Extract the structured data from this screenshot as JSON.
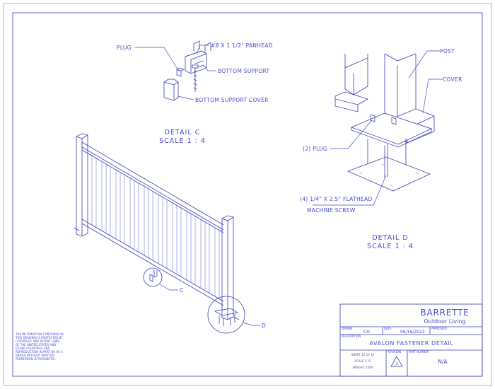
{
  "detail_c": {
    "title": "DETAIL C",
    "scale": "SCALE 1 : 4",
    "callouts": {
      "plug": "PLUG",
      "panhead": "#8 X 1 1/2\" PANHEAD",
      "bottom_support": "BOTTOM SUPPORT",
      "bottom_support_cover": "BOTTOM SUPPORT COVER"
    }
  },
  "detail_d": {
    "title": "DETAIL D",
    "scale": "SCALE 1 : 4",
    "callouts": {
      "post": "POST",
      "cover": "COVER",
      "plug": "(2) PLUG",
      "screw_line1": "(4) 1/4\" X 2.5\" FLATHEAD",
      "screw_line2": "MACHINE SCREW"
    }
  },
  "markers": {
    "c": "C",
    "d": "D"
  },
  "disclaimer": [
    "THE INFORMATION CONTAINED IN",
    "THIS DRAWING IS PROTECTED BY",
    "COPYRIGHT AND PATENT LAWS",
    "OF THE UNITED STATES AND",
    "OTHER COUNTRIES AND",
    "REPRODUCTION IN PART OR AS A",
    "WHOLE WITHOUT WRITTEN",
    "PERMISSION IS PROHIBITED."
  ],
  "title_block": {
    "company": "BARRETTE",
    "division": "Outdoor Living",
    "drawn_label": "DRAWN",
    "drawn_by": "CH",
    "date_label": "DATE",
    "date": "06/16/2023",
    "approved_label": "APPROVED",
    "description_label": "DESCRIPTION",
    "description": "AVALON FASTENER DETAIL",
    "sheet": "SHEET 12 OF 12",
    "scale": "SCALE 1:15",
    "weight": "WEIGHT: 2500",
    "revision_label": "REVISION",
    "revision_symbol": "1",
    "part_number_label": "PART NUMBER",
    "part_number": "N/A"
  },
  "colors": {
    "line": "#3a3ab8",
    "text": "#4a4ad0",
    "background": "#ffffff"
  }
}
